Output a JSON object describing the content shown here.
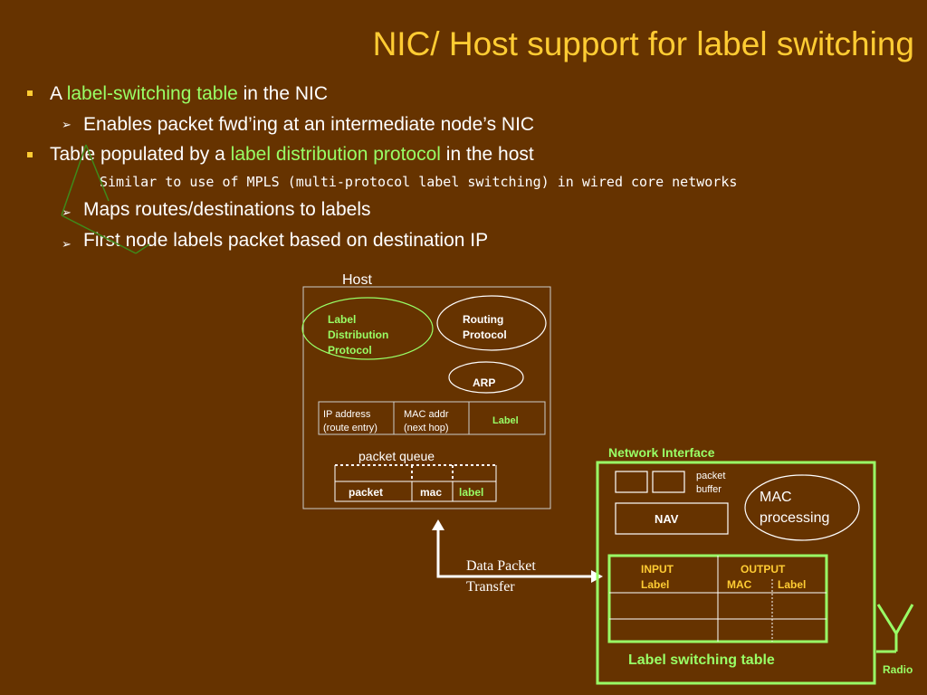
{
  "slide": {
    "title": "NIC/ Host support for label switching",
    "bullets": {
      "b1_pre": "A ",
      "b1_hl": "label-switching table",
      "b1_post": " in the NIC",
      "b1_sub": "Enables packet fwd’ing at an intermediate node’s NIC",
      "b2_pre": "Table populated by a ",
      "b2_hl": "label distribution protocol",
      "b2_post": " in the host",
      "b2_note": "Similar to use of MPLS (multi-protocol label switching) in wired core networks",
      "b2_sub1": "Maps routes/destinations to labels",
      "b2_sub2": "First node labels packet based on destination IP"
    }
  },
  "colors": {
    "background": "#663300",
    "title": "#ffcc33",
    "highlight": "#99ff66",
    "nic_border": "#99ff66"
  },
  "host": {
    "label": "Host",
    "ldp": [
      "Label",
      "Distribution",
      "Protocol"
    ],
    "routing": [
      "Routing",
      "Protocol"
    ],
    "arp": "ARP",
    "table": {
      "col1": [
        "IP address",
        "(route entry)"
      ],
      "col2": [
        "MAC addr",
        "(next hop)"
      ],
      "col3": "Label"
    },
    "queue": {
      "label": "packet queue",
      "cells": [
        "packet",
        "mac",
        "label"
      ]
    }
  },
  "transfer": {
    "line1": "Data Packet",
    "line2": "Transfer"
  },
  "nic": {
    "label": "Network Interface",
    "buffer": [
      "packet",
      "buffer"
    ],
    "nav": "NAV",
    "mac": [
      "MAC",
      "processing"
    ],
    "table": {
      "input": [
        "INPUT",
        "Label"
      ],
      "output": "OUTPUT",
      "output_sub1": "MAC",
      "output_sub2": "Label"
    },
    "table_caption": "Label switching table"
  },
  "radio": {
    "label": "Radio",
    "icon": "antenna-icon"
  }
}
